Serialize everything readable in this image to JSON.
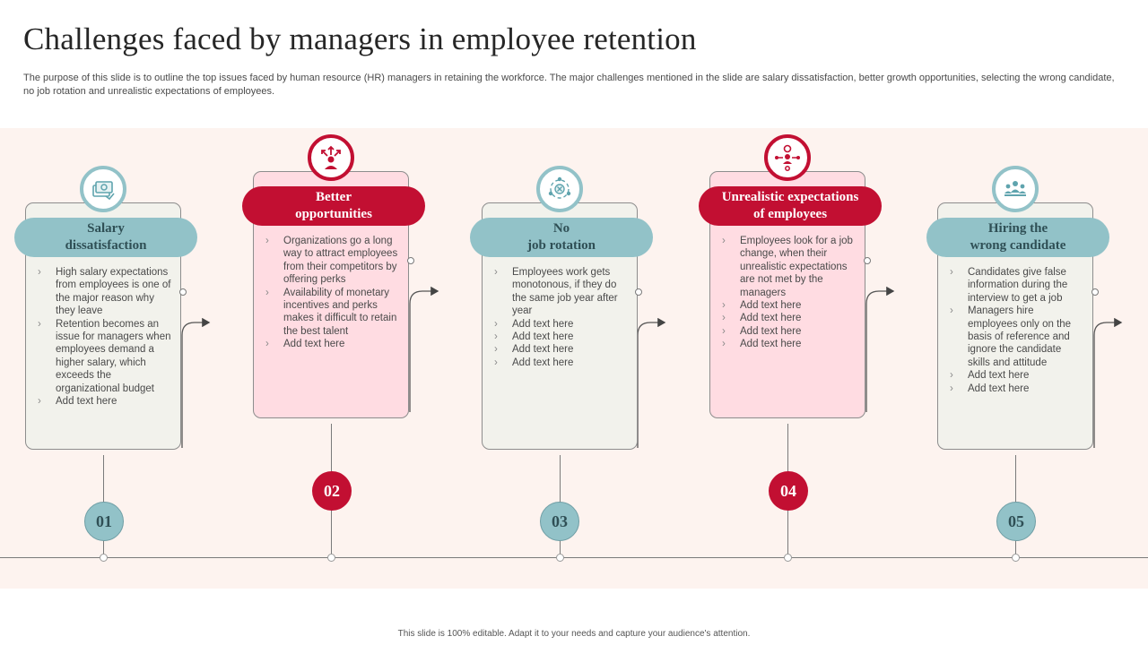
{
  "title": "Challenges faced by managers in employee retention",
  "subtitle": "The purpose of this slide is to outline the top issues faced by human resource (HR) managers in retaining the workforce. The major challenges mentioned in the slide are salary dissatisfaction, better growth opportunities, selecting the wrong candidate, no job rotation and unrealistic expectations of employees.",
  "colors": {
    "teal": "#92c2c8",
    "red": "#c20f32",
    "band": "#fdf3ef"
  },
  "steps": [
    {
      "number": "01",
      "title_line1": "Salary",
      "title_line2": "dissatisfaction",
      "icon": "salary-money-icon",
      "bullets": [
        "High salary expectations from employees is one of the major reason why they leave",
        "Retention becomes an issue for managers when employees demand a higher salary, which exceeds the organizational budget",
        "Add text here"
      ]
    },
    {
      "number": "02",
      "title_line1": "Better",
      "title_line2": "opportunities",
      "icon": "growth-arrows-person-icon",
      "bullets": [
        "Organizations go a long way to attract employees from their competitors by offering perks",
        "Availability of monetary incentives and perks makes it difficult to retain the best talent",
        "Add text here"
      ]
    },
    {
      "number": "03",
      "title_line1": "No",
      "title_line2": "job rotation",
      "icon": "rotation-cycle-icon",
      "bullets": [
        "Employees work gets monotonous, if they do the same job year after year",
        "Add text here",
        "Add text here",
        "Add text here",
        "Add text here"
      ]
    },
    {
      "number": "04",
      "title_line1": "Unrealistic expectations",
      "title_line2": "of employees",
      "icon": "expectations-person-icon",
      "bullets": [
        "Employees look for a job change, when their unrealistic expectations are not met by the managers",
        "Add text here",
        "Add text here",
        "Add text here",
        "Add text here"
      ]
    },
    {
      "number": "05",
      "title_line1": "Hiring the",
      "title_line2": "wrong candidate",
      "icon": "team-group-icon",
      "bullets": [
        "Candidates give false information during the interview to get a job",
        "Managers hire employees only on the basis of reference and ignore the candidate skills and attitude",
        "Add text here",
        "Add text here"
      ]
    }
  ],
  "footer": "This slide is 100% editable. Adapt it to your needs and capture your audience's attention."
}
